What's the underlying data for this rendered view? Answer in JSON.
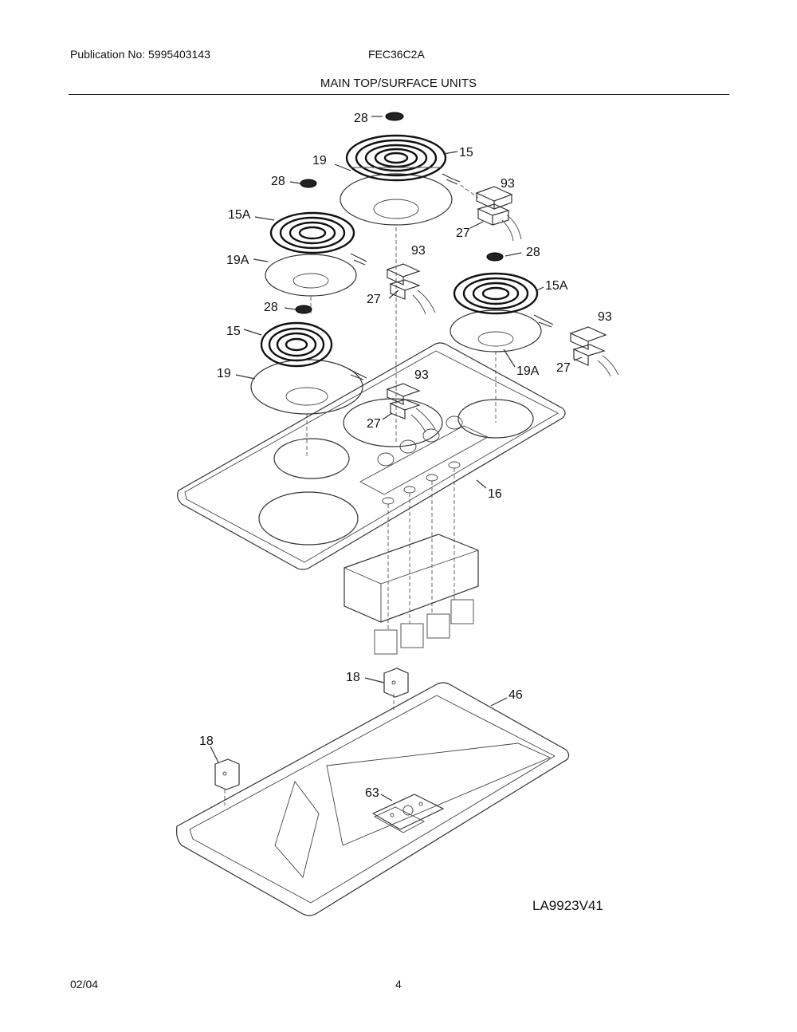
{
  "header": {
    "publication": "Publication No: 5995403143",
    "model": "FEC36C2A",
    "section_title": "MAIN TOP/SURFACE UNITS"
  },
  "footer": {
    "date": "02/04",
    "page": "4"
  },
  "diagram": {
    "drawing_code": "LA9923V41",
    "part_labels": {
      "p28a": "28",
      "p15a": "15",
      "p19a": "19",
      "p93a": "93",
      "p27a": "27",
      "p28b": "28",
      "p15Aa": "15A",
      "p19Aa": "19A",
      "p93b": "93",
      "p27b": "27",
      "p28c": "28",
      "p15Ab": "15A",
      "p93c": "93",
      "p19Ab": "19A",
      "p27c": "27",
      "p28d": "28",
      "p15b": "15",
      "p19b": "19",
      "p93d": "93",
      "p27d": "27",
      "p16": "16",
      "p18a": "18",
      "p46": "46",
      "p18b": "18",
      "p63": "63"
    }
  }
}
